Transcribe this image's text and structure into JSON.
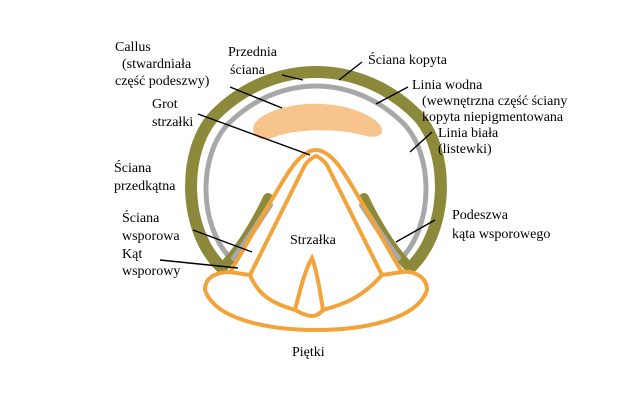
{
  "labels": {
    "callus": [
      "Callus",
      "(stwardniała",
      "część podeszwy)"
    ],
    "przednia_sciana": [
      "Przednia",
      "ściana"
    ],
    "sciana_kopyta": [
      "Ściana kopyta"
    ],
    "linia_wodna": [
      "Linia wodna",
      "(wewnętrzna część ściany",
      "kopyta niepigmentowana"
    ],
    "grot_strzalki": [
      "Grot",
      "strzałki"
    ],
    "linia_biala": [
      "Linia biała",
      "(listewki)"
    ],
    "sciana_przedkatna": [
      "Ściana",
      "przedkątna"
    ],
    "podeszwa_kata": [
      "Podeszwa",
      "kąta wsporowego"
    ],
    "sciana_wsporowa": [
      "Ściana",
      "wsporowa"
    ],
    "strzalka": [
      "Strzałka"
    ],
    "kat_wsporowy": [
      "Kąt",
      "wsporowy"
    ],
    "pietki": [
      "Piętki"
    ]
  },
  "colors": {
    "hoof_wall": "#8c8a3a",
    "water_line": "#a8a8a8",
    "callus": "#f7c48e",
    "frog": "#f2a33a",
    "background": "#ffffff"
  }
}
